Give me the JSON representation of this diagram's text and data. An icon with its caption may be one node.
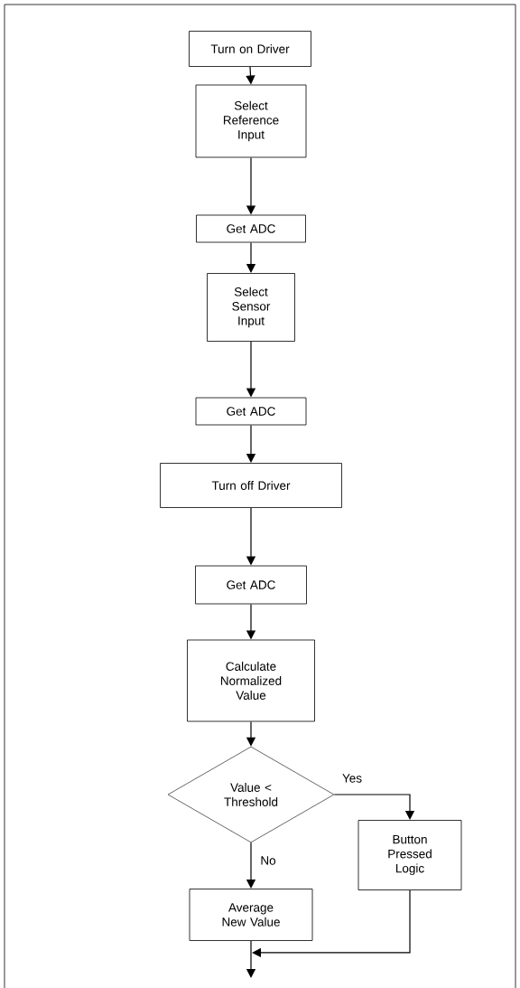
{
  "diagram": {
    "nodes": [
      {
        "text": [
          "Turn on Driver"
        ]
      },
      {
        "text": [
          "Select Reference Input"
        ]
      },
      {
        "text": [
          "Get ADC"
        ]
      },
      {
        "text": [
          "Select Sensor Input"
        ]
      },
      {
        "text": [
          "Get ADC"
        ]
      },
      {
        "text": [
          "Turn off Driver"
        ]
      },
      {
        "text": [
          "Get ADC"
        ]
      },
      {
        "text": [
          "Calculate Normalized Value"
        ]
      },
      {
        "text": [
          "Value < Threshold"
        ]
      },
      {
        "text": [
          "Button Pressed Logic"
        ]
      },
      {
        "text": [
          "Average New Value"
        ]
      }
    ],
    "edges": [
      {
        "from": 0,
        "to": 1,
        "arrow": "to"
      },
      {
        "from": 1,
        "to": 2,
        "arrow": "to"
      },
      {
        "from": 2,
        "to": 3,
        "arrow": "to"
      },
      {
        "from": 3,
        "to": 4,
        "arrow": "to"
      },
      {
        "from": 4,
        "to": 5,
        "arrow": "to"
      },
      {
        "from": 5,
        "to": 6,
        "arrow": "to"
      },
      {
        "from": 6,
        "to": 7,
        "arrow": "to"
      },
      {
        "from": 7,
        "to": 8,
        "arrow": "to"
      },
      {
        "from": 8,
        "to": 9,
        "arrow": "to",
        "label": "Yes"
      },
      {
        "from": 8,
        "to": 10,
        "arrow": "to",
        "label": "No"
      },
      {
        "from": 10,
        "to": null,
        "arrow": "to"
      },
      {
        "from": 9,
        "to": 10,
        "arrow": "to"
      }
    ]
  }
}
